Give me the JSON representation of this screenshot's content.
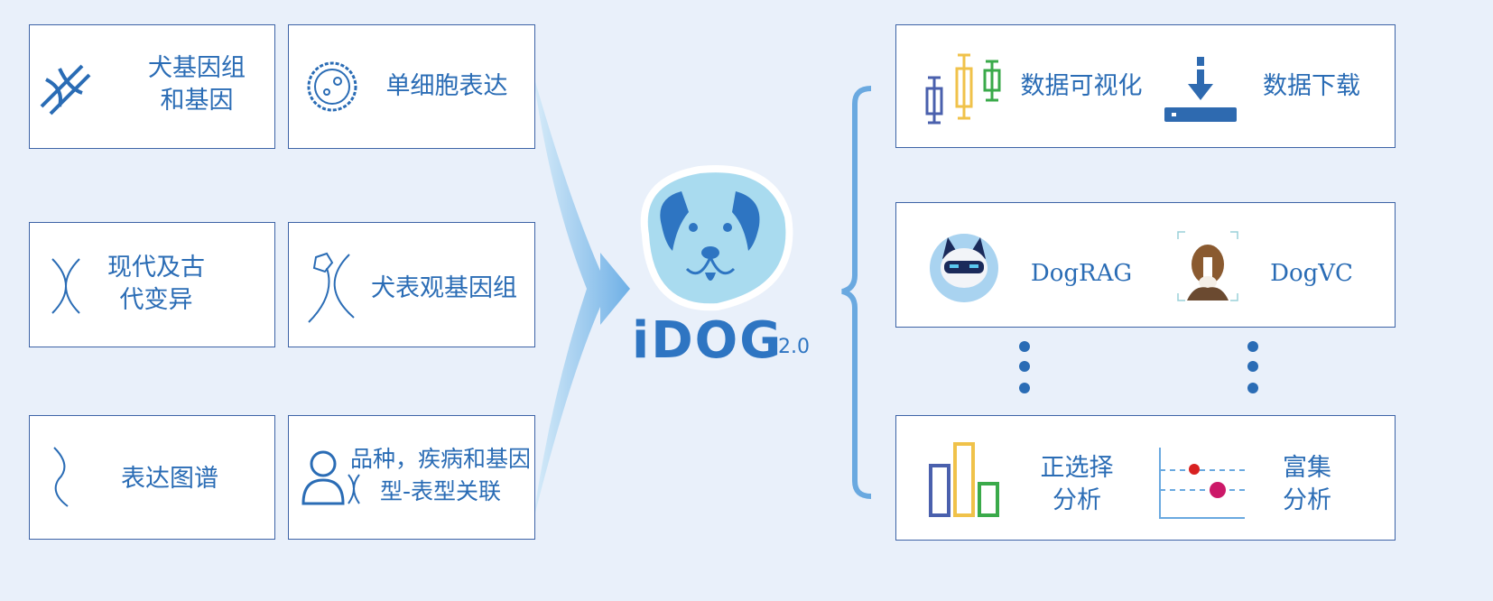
{
  "inputs": [
    {
      "label": "犬基因组和基因",
      "icon": "dna-helix-icon"
    },
    {
      "label": "单细胞表达",
      "icon": "cell-icon"
    },
    {
      "label": "现代及古代变异",
      "icon": "dna-icon"
    },
    {
      "label": "犬表观基因组",
      "icon": "methylation-icon"
    },
    {
      "label": "表达图谱",
      "icon": "dna-strand-icon"
    },
    {
      "label": "品种，疾病和基因型-表型关联",
      "icon": "person-dna-icon"
    }
  ],
  "center": {
    "logo": "iDOG",
    "version": "2.0"
  },
  "outputs": {
    "row1": [
      "数据可视化",
      "数据下载"
    ],
    "row2": [
      "DogRAG",
      "DogVC"
    ],
    "row3": [
      "正选择分析",
      "富集分析"
    ]
  },
  "colors": {
    "border": "#3d63a6",
    "text": "#2a6cb5",
    "background": "#e9f0fa"
  }
}
